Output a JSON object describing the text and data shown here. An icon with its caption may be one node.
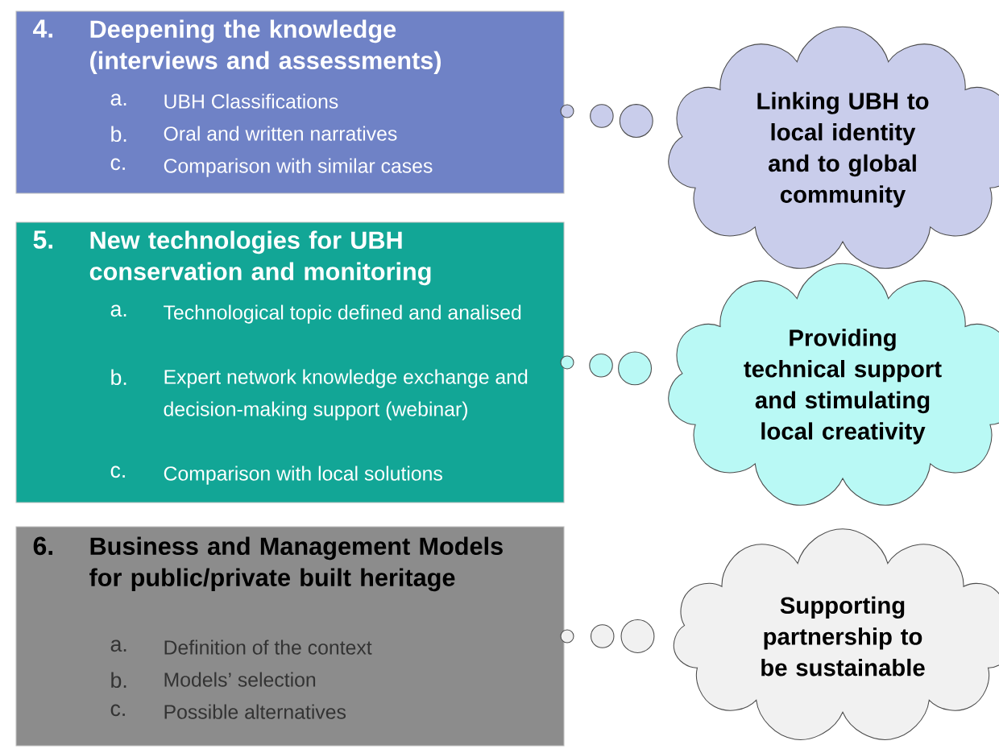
{
  "diagram": {
    "nodes": [
      {
        "text": [
          "4.",
          "Deepening the knowledge (interviews and assessments)",
          "a.",
          "UBH Classifications",
          "b.",
          "Oral and written narratives",
          "c.",
          "Comparison with similar cases"
        ]
      },
      {
        "text": [
          "Linking UBH to local identity and to global community"
        ]
      },
      {
        "text": [
          "5.",
          "New technologies for UBH conservation and monitoring",
          "a.",
          "Technological topic defined and analised",
          "b.",
          "Expert network knowledge exchange and decision-making support (webinar)",
          "c.",
          "Comparison with local solutions"
        ]
      },
      {
        "text": [
          "Providing technical support and stimulating local creativity"
        ]
      },
      {
        "text": [
          "6.",
          "Business and Management Models for public/private built heritage",
          "a.",
          "Definition of the context",
          "b.",
          "Models’ selection",
          "c.",
          "Possible alternatives"
        ]
      },
      {
        "text": [
          "Supporting partnership to be sustainable"
        ]
      }
    ]
  }
}
